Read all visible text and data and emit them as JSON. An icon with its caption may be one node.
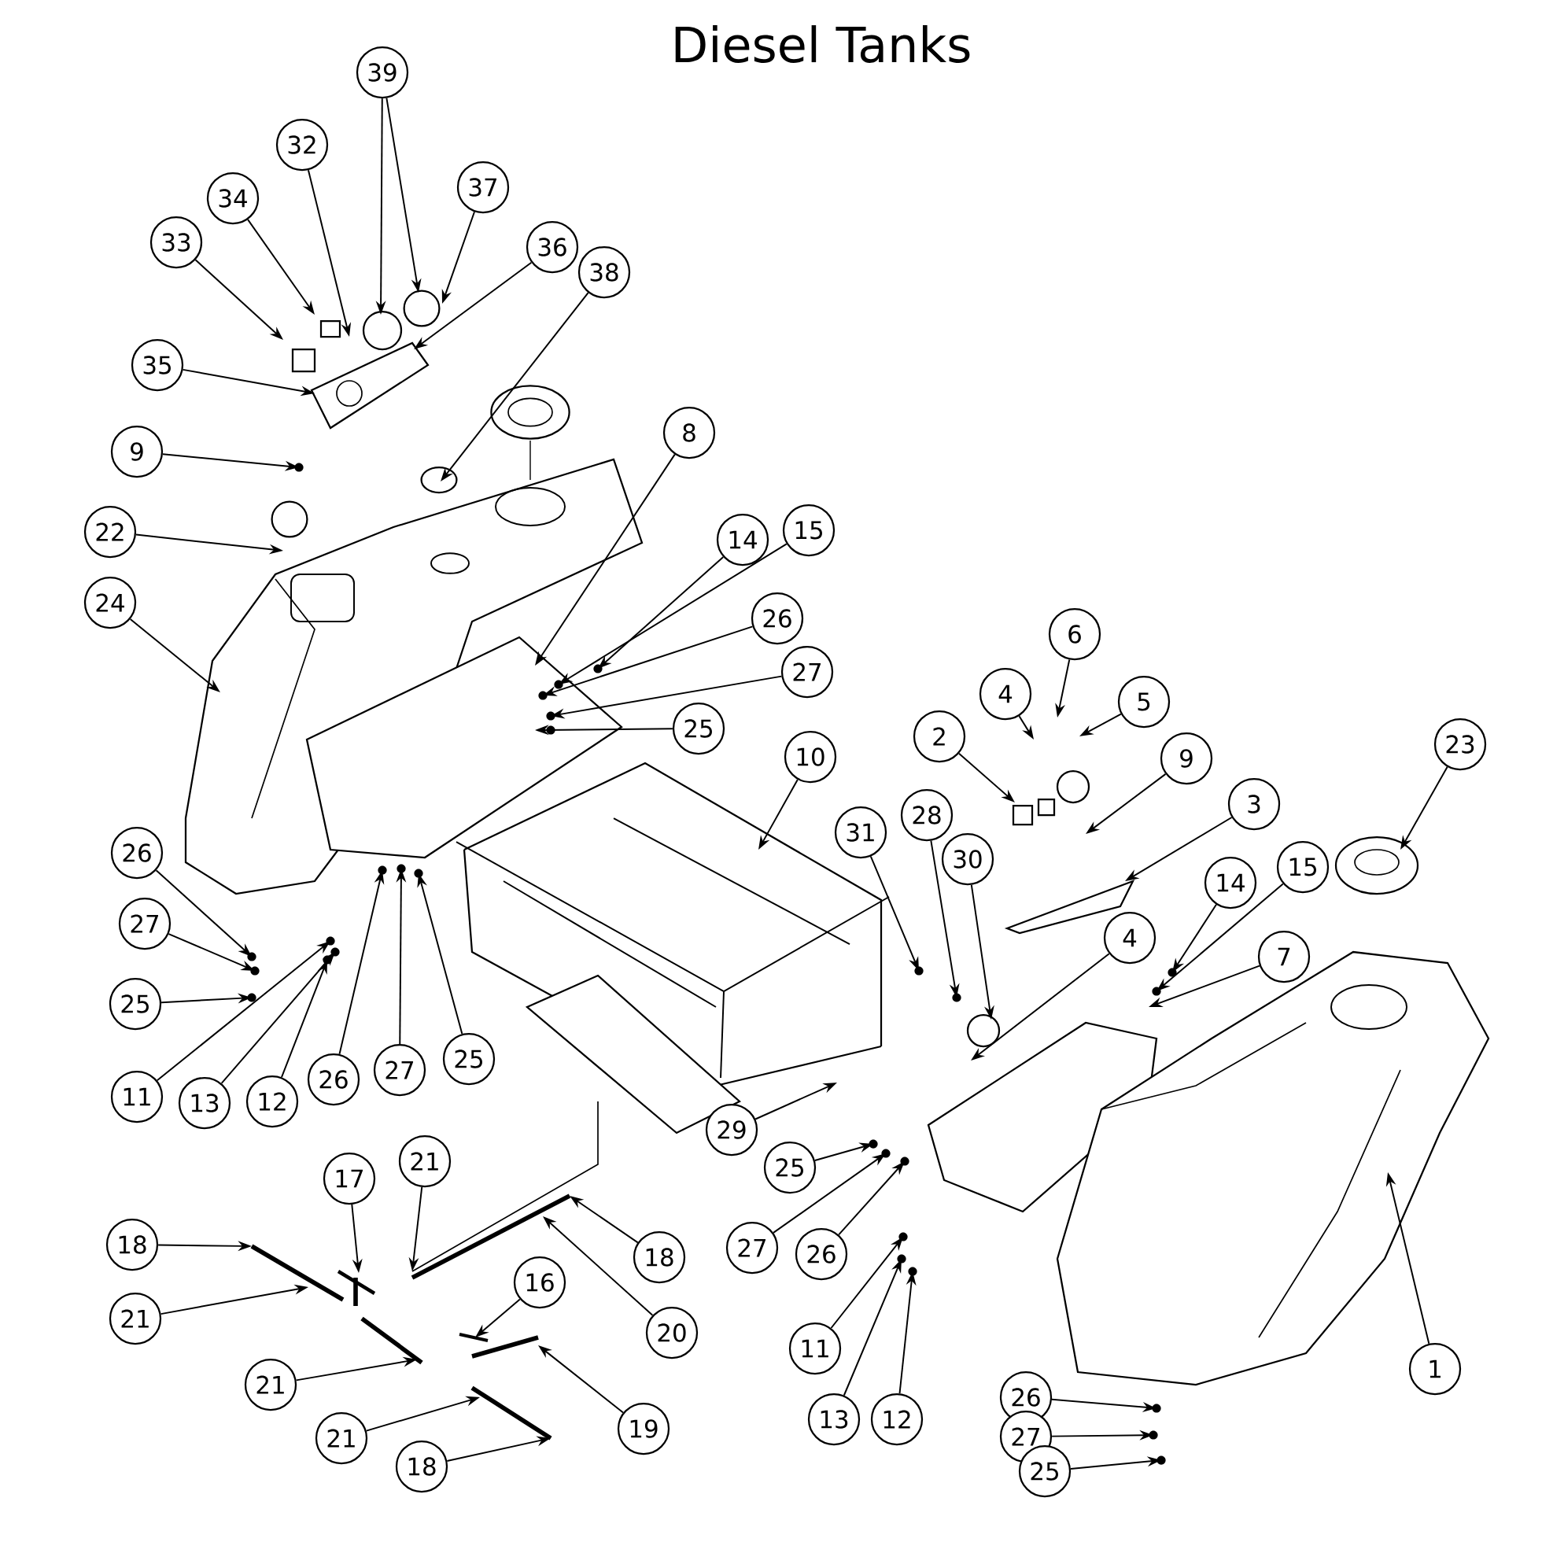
{
  "diagram": {
    "title": "Diesel Tanks",
    "nodes": [
      {
        "text": [
          "39"
        ]
      },
      {
        "text": [
          "32"
        ]
      },
      {
        "text": [
          "37"
        ]
      },
      {
        "text": [
          "34"
        ]
      },
      {
        "text": [
          "36"
        ]
      },
      {
        "text": [
          "33"
        ]
      },
      {
        "text": [
          "38"
        ]
      },
      {
        "text": [
          "35"
        ]
      },
      {
        "text": [
          "9"
        ]
      },
      {
        "text": [
          "8"
        ]
      },
      {
        "text": [
          "22"
        ]
      },
      {
        "text": [
          "14"
        ]
      },
      {
        "text": [
          "15"
        ]
      },
      {
        "text": [
          "24"
        ]
      },
      {
        "text": [
          "26"
        ]
      },
      {
        "text": [
          "27"
        ]
      },
      {
        "text": [
          "25"
        ]
      },
      {
        "text": [
          "6"
        ]
      },
      {
        "text": [
          "4"
        ]
      },
      {
        "text": [
          "5"
        ]
      },
      {
        "text": [
          "2"
        ]
      },
      {
        "text": [
          "9"
        ]
      },
      {
        "text": [
          "10"
        ]
      },
      {
        "text": [
          "3"
        ]
      },
      {
        "text": [
          "23"
        ]
      },
      {
        "text": [
          "31"
        ]
      },
      {
        "text": [
          "28"
        ]
      },
      {
        "text": [
          "30"
        ]
      },
      {
        "text": [
          "14"
        ]
      },
      {
        "text": [
          "15"
        ]
      },
      {
        "text": [
          "26"
        ]
      },
      {
        "text": [
          "4"
        ]
      },
      {
        "text": [
          "7"
        ]
      },
      {
        "text": [
          "27"
        ]
      },
      {
        "text": [
          "25"
        ]
      },
      {
        "text": [
          "11"
        ]
      },
      {
        "text": [
          "13"
        ]
      },
      {
        "text": [
          "12"
        ]
      },
      {
        "text": [
          "26"
        ]
      },
      {
        "text": [
          "27"
        ]
      },
      {
        "text": [
          "25"
        ]
      },
      {
        "text": [
          "29"
        ]
      },
      {
        "text": [
          "25"
        ]
      },
      {
        "text": [
          "27"
        ]
      },
      {
        "text": [
          "26"
        ]
      },
      {
        "text": [
          "17"
        ]
      },
      {
        "text": [
          "21"
        ]
      },
      {
        "text": [
          "18"
        ]
      },
      {
        "text": [
          "18"
        ]
      },
      {
        "text": [
          "21"
        ]
      },
      {
        "text": [
          "20"
        ]
      },
      {
        "text": [
          "16"
        ]
      },
      {
        "text": [
          "11"
        ]
      },
      {
        "text": [
          "1"
        ]
      },
      {
        "text": [
          "21"
        ]
      },
      {
        "text": [
          "13"
        ]
      },
      {
        "text": [
          "12"
        ]
      },
      {
        "text": [
          "19"
        ]
      },
      {
        "text": [
          "21"
        ]
      },
      {
        "text": [
          "26"
        ]
      },
      {
        "text": [
          "18"
        ]
      },
      {
        "text": [
          "27"
        ]
      },
      {
        "text": [
          "25"
        ]
      }
    ],
    "edges": [
      {
        "from": 0,
        "to": null,
        "arrow": "to"
      },
      {
        "from": 0,
        "to": null,
        "arrow": "to"
      },
      {
        "from": 1,
        "to": null,
        "arrow": "to"
      },
      {
        "from": 2,
        "to": null,
        "arrow": "to"
      },
      {
        "from": 3,
        "to": null,
        "arrow": "to"
      },
      {
        "from": 4,
        "to": null,
        "arrow": "to"
      },
      {
        "from": 5,
        "to": null,
        "arrow": "to"
      },
      {
        "from": 6,
        "to": null,
        "arrow": "to"
      },
      {
        "from": 7,
        "to": null,
        "arrow": "to"
      },
      {
        "from": 8,
        "to": null,
        "arrow": "to"
      },
      {
        "from": 9,
        "to": null,
        "arrow": "to"
      },
      {
        "from": 10,
        "to": null,
        "arrow": "to"
      },
      {
        "from": 11,
        "to": null,
        "arrow": "to"
      },
      {
        "from": 12,
        "to": null,
        "arrow": "to"
      },
      {
        "from": 13,
        "to": null,
        "arrow": "to"
      },
      {
        "from": 14,
        "to": null,
        "arrow": "to"
      },
      {
        "from": 15,
        "to": null,
        "arrow": "to"
      },
      {
        "from": 16,
        "to": null,
        "arrow": "to"
      },
      {
        "from": 17,
        "to": null,
        "arrow": "to"
      },
      {
        "from": 18,
        "to": null,
        "arrow": "to"
      },
      {
        "from": 19,
        "to": null,
        "arrow": "to"
      },
      {
        "from": 20,
        "to": null,
        "arrow": "to"
      },
      {
        "from": 21,
        "to": null,
        "arrow": "to"
      },
      {
        "from": 22,
        "to": null,
        "arrow": "to"
      },
      {
        "from": 23,
        "to": null,
        "arrow": "to"
      },
      {
        "from": 24,
        "to": null,
        "arrow": "to"
      },
      {
        "from": 25,
        "to": null,
        "arrow": "to"
      },
      {
        "from": 26,
        "to": null,
        "arrow": "to"
      },
      {
        "from": 27,
        "to": null,
        "arrow": "to"
      },
      {
        "from": 28,
        "to": null,
        "arrow": "to"
      },
      {
        "from": 29,
        "to": null,
        "arrow": "to"
      },
      {
        "from": 30,
        "to": null,
        "arrow": "to"
      },
      {
        "from": 31,
        "to": null,
        "arrow": "to"
      },
      {
        "from": 32,
        "to": null,
        "arrow": "to"
      },
      {
        "from": 33,
        "to": null,
        "arrow": "to"
      },
      {
        "from": 34,
        "to": null,
        "arrow": "to"
      },
      {
        "from": 35,
        "to": null,
        "arrow": "to"
      },
      {
        "from": 36,
        "to": null,
        "arrow": "to"
      },
      {
        "from": 37,
        "to": null,
        "arrow": "to"
      },
      {
        "from": 38,
        "to": null,
        "arrow": "to"
      },
      {
        "from": 39,
        "to": null,
        "arrow": "to"
      },
      {
        "from": 40,
        "to": null,
        "arrow": "to"
      },
      {
        "from": 41,
        "to": null,
        "arrow": "to"
      },
      {
        "from": 42,
        "to": null,
        "arrow": "to"
      },
      {
        "from": 43,
        "to": null,
        "arrow": "to"
      },
      {
        "from": 44,
        "to": null,
        "arrow": "to"
      },
      {
        "from": 45,
        "to": null,
        "arrow": "to"
      },
      {
        "from": 46,
        "to": null,
        "arrow": "to"
      },
      {
        "from": 47,
        "to": null,
        "arrow": "to"
      },
      {
        "from": 48,
        "to": null,
        "arrow": "to"
      },
      {
        "from": 49,
        "to": null,
        "arrow": "to"
      },
      {
        "from": 50,
        "to": null,
        "arrow": "to"
      },
      {
        "from": 51,
        "to": null,
        "arrow": "to"
      },
      {
        "from": 52,
        "to": null,
        "arrow": "to"
      },
      {
        "from": 53,
        "to": null,
        "arrow": "to"
      },
      {
        "from": 54,
        "to": null,
        "arrow": "to"
      },
      {
        "from": 55,
        "to": null,
        "arrow": "to"
      },
      {
        "from": 56,
        "to": null,
        "arrow": "to"
      },
      {
        "from": 57,
        "to": null,
        "arrow": "to"
      },
      {
        "from": 58,
        "to": null,
        "arrow": "to"
      },
      {
        "from": 59,
        "to": null,
        "arrow": "to"
      },
      {
        "from": 60,
        "to": null,
        "arrow": "to"
      },
      {
        "from": 61,
        "to": null,
        "arrow": "to"
      },
      {
        "from": 62,
        "to": null,
        "arrow": "to"
      }
    ]
  }
}
